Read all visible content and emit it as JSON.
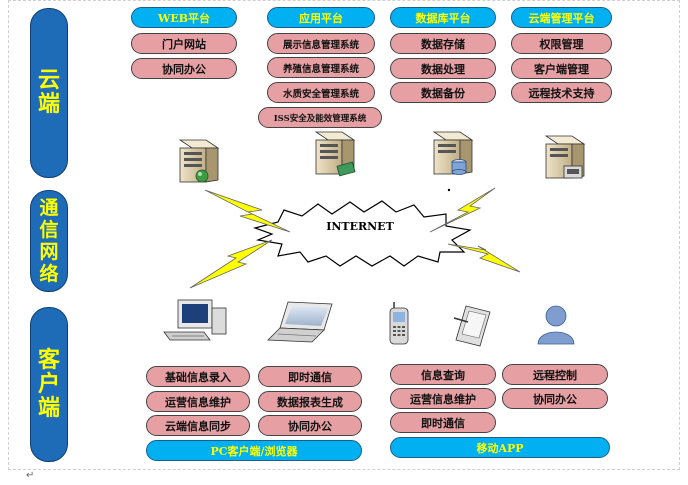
{
  "bands": {
    "cloud": [
      "云",
      "端"
    ],
    "network": [
      "通",
      "信",
      "网",
      "络"
    ],
    "client": [
      "客",
      "户",
      "端"
    ]
  },
  "cloud": {
    "web_platform": "WEB平台",
    "app_platform": "应用平台",
    "db_platform": "数据库平台",
    "cloud_mgmt_platform": "云端管理平台",
    "web_items": [
      "门户网站",
      "协同办公"
    ],
    "app_items": [
      "展示信息管理系统",
      "养殖信息管理系统",
      "水质安全管理系统",
      "ISS安全及能效管理系统"
    ],
    "db_items": [
      "数据存储",
      "数据处理",
      "数据备份"
    ],
    "mgmt_items": [
      "权限管理",
      "客户端管理",
      "远程技术支持"
    ]
  },
  "network": {
    "internet_label": "INTERNET"
  },
  "client": {
    "pc_items_left": [
      "基础信息录入",
      "运营信息维护",
      "云端信息同步"
    ],
    "pc_items_right": [
      "即时通信",
      "数据报表生成",
      "协同办公"
    ],
    "pc_platform": "PC客户端/浏览器",
    "mobile_items_left": [
      "信息查询",
      "运营信息维护",
      "即时通信"
    ],
    "mobile_items_right": [
      "远程控制",
      "协同办公"
    ],
    "mobile_platform": "移动APP"
  },
  "icons": [
    "server-icon",
    "server-icon",
    "database-server-icon",
    "server-icon",
    "desktop-pc-icon",
    "laptop-icon",
    "mobile-phone-icon",
    "pda-icon",
    "user-icon",
    "lightning-icon"
  ],
  "colors": {
    "band_fill": "#1e6bb8",
    "band_text": "#ffff00",
    "platform_fill": "#00b0f0",
    "platform_text": "#ffff00",
    "item_fill": "#e6a0a4",
    "lightning": "#ffff00"
  }
}
